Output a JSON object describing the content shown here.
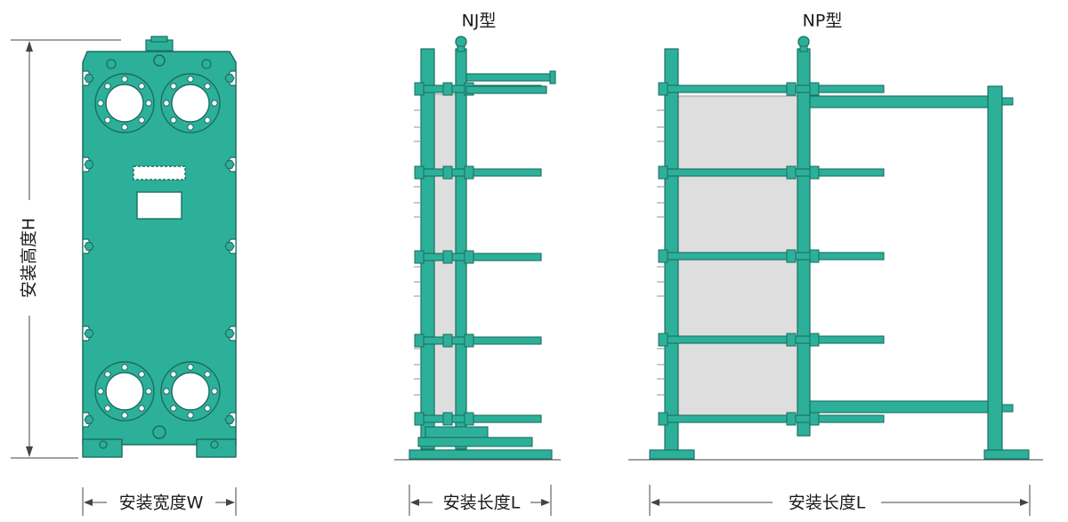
{
  "colors": {
    "frame": "#2db09a",
    "frame_dark": "#1a6e60",
    "plate_pack": "#dedede",
    "line": "#444444",
    "background": "#ffffff"
  },
  "diagram": {
    "front_view": {
      "height_label": "安装高度H",
      "width_label": "安装宽度W"
    },
    "nj_view": {
      "title": "NJ型",
      "length_label": "安装长度L"
    },
    "np_view": {
      "title": "NP型",
      "length_label": "安装长度L"
    }
  }
}
